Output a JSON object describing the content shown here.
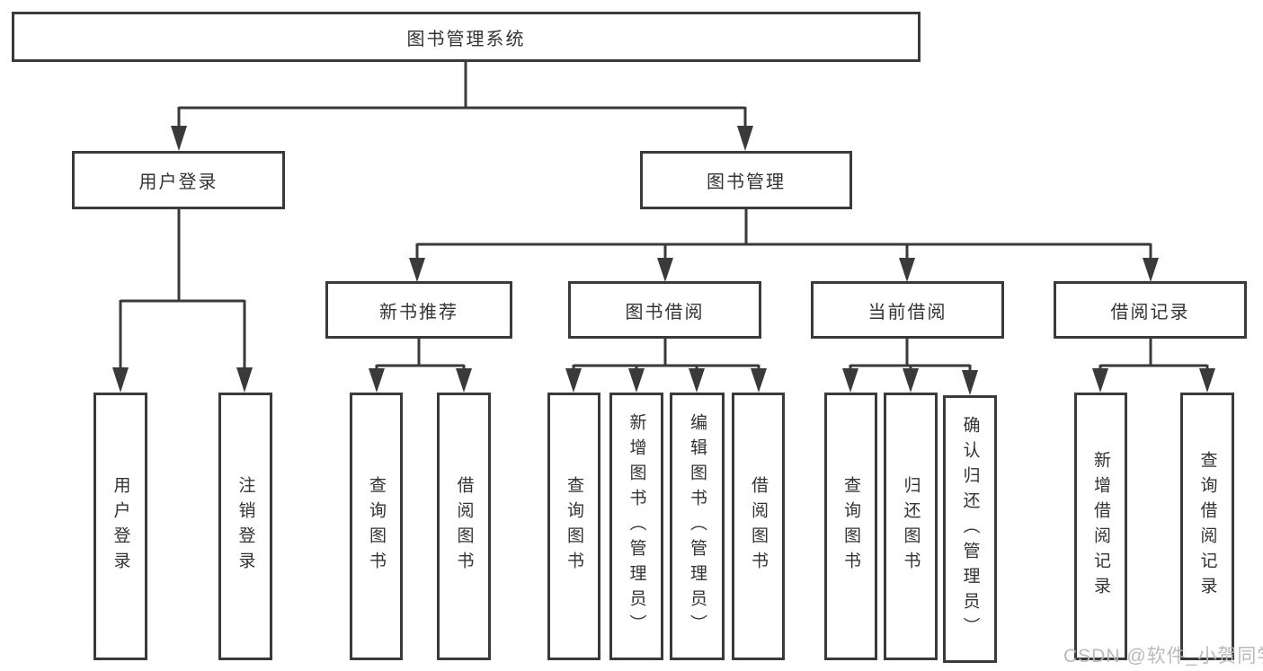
{
  "root": {
    "label": "图书管理系统"
  },
  "l2": [
    {
      "label": "用户登录"
    },
    {
      "label": "图书管理"
    }
  ],
  "l3": [
    {
      "label": "新书推荐"
    },
    {
      "label": "图书借阅"
    },
    {
      "label": "当前借阅"
    },
    {
      "label": "借阅记录"
    }
  ],
  "leaves": {
    "login": [
      {
        "label": "用户登录"
      },
      {
        "label": "注销登录"
      }
    ],
    "newbook": [
      {
        "label": "查询图书"
      },
      {
        "label": "借阅图书"
      }
    ],
    "borrow": [
      {
        "label": "查询图书"
      },
      {
        "label": "新增图书（管理员）"
      },
      {
        "label": "编辑图书（管理员）"
      },
      {
        "label": "借阅图书"
      }
    ],
    "current": [
      {
        "label": "查询图书"
      },
      {
        "label": "归还图书"
      },
      {
        "label": "确认归还（管理员）"
      }
    ],
    "records": [
      {
        "label": "新增借阅记录"
      },
      {
        "label": "查询借阅记录"
      }
    ]
  },
  "watermark": "CSDN @软件_小贺同学",
  "colors": {
    "line": "#3a3a3a",
    "text": "#333333",
    "watermark": "#b2b6c0",
    "background": "#ffffff"
  }
}
